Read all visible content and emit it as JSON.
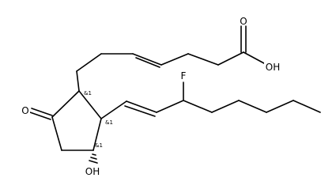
{
  "atoms": {
    "oxygen_carbonyl_acid": "O",
    "hydroxyl_acid": "OH",
    "oxygen_ketone": "O",
    "fluorine": "F",
    "hydroxyl_ring": "OH"
  },
  "stereo_labels": {
    "c8": "&1",
    "c12": "&1",
    "c11": "&1"
  },
  "colors": {
    "bond": "#000000",
    "background": "#ffffff"
  }
}
